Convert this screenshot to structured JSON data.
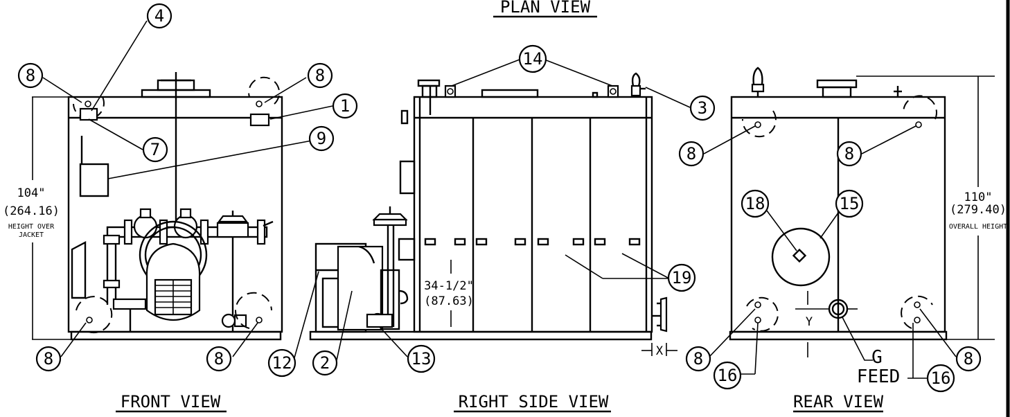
{
  "views": {
    "plan": "PLAN VIEW",
    "front": "FRONT VIEW",
    "right": "RIGHT SIDE VIEW",
    "rear": "REAR VIEW"
  },
  "dimensions": {
    "front_height": "104\"",
    "front_height_mm": "(264.16)",
    "front_height_label_1": "HEIGHT OVER",
    "front_height_label_2": "JACKET",
    "side_height": "34-1/2\"",
    "side_height_mm": "(87.63)",
    "side_x": "X",
    "rear_height": "110\"",
    "rear_height_mm": "(279.40)",
    "rear_height_label": "OVERALL HEIGHT",
    "rear_y": "Y"
  },
  "rear_labels": {
    "g": "G",
    "feed": "FEED"
  },
  "callouts": {
    "front": [
      "8",
      "4",
      "8",
      "1",
      "7",
      "9",
      "8",
      "8"
    ],
    "side": [
      "14",
      "3",
      "19",
      "12",
      "2",
      "13"
    ],
    "rear": [
      "8",
      "8",
      "18",
      "15",
      "8",
      "16",
      "16",
      "8"
    ]
  }
}
